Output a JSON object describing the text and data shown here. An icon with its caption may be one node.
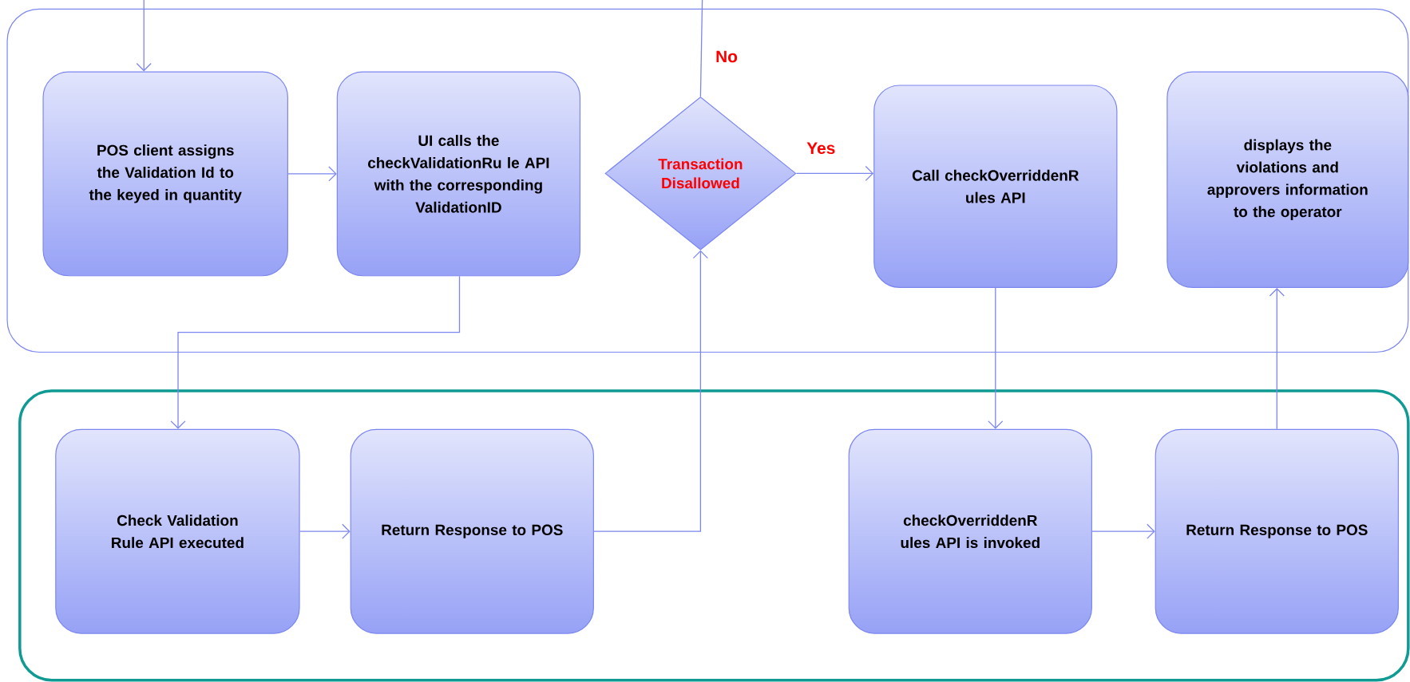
{
  "diagram": {
    "nodes": [
      {
        "text": [],
        "shape": "box"
      },
      {
        "text": [],
        "shape": "box"
      },
      {
        "text": [
          "POS client assigns the Validation Id to the keyed in quantity"
        ],
        "in": 0
      },
      {
        "text": [
          "UI calls the checkValidationRu le API with the corresponding ValidationID"
        ],
        "in": 0
      },
      {
        "text": [
          "Transaction Disallowed"
        ],
        "in": 0
      },
      {
        "text": [
          "Call checkOverriddenR ules API"
        ],
        "in": 0
      },
      {
        "text": [
          "displays the violations and approvers information to the operator"
        ],
        "in": 0
      },
      {
        "text": [
          "Check Validation Rule API executed"
        ],
        "in": 1
      },
      {
        "text": [
          "Return Response to POS"
        ],
        "in": 1
      },
      {
        "text": [
          "checkOverriddenR ules API is invoked"
        ],
        "in": 1
      },
      {
        "text": [
          "Return Response to POS"
        ],
        "in": 1
      }
    ],
    "edges": [
      {
        "from": null,
        "to": 2,
        "arrow": "to"
      },
      {
        "from": 2,
        "to": 3,
        "arrow": "to"
      },
      {
        "from": 3,
        "to": 7,
        "arrow": "to"
      },
      {
        "from": 7,
        "to": 8,
        "arrow": "to"
      },
      {
        "from": 8,
        "to": 4,
        "arrow": "to"
      },
      {
        "from": 4,
        "to": 5,
        "arrow": "to",
        "label": "Yes"
      },
      {
        "from": 4,
        "to": null,
        "arrow": "none",
        "label": "No"
      },
      {
        "from": 5,
        "to": 9,
        "arrow": "to"
      },
      {
        "from": 9,
        "to": 10,
        "arrow": "to"
      },
      {
        "from": 10,
        "to": 6,
        "arrow": "to"
      }
    ]
  }
}
